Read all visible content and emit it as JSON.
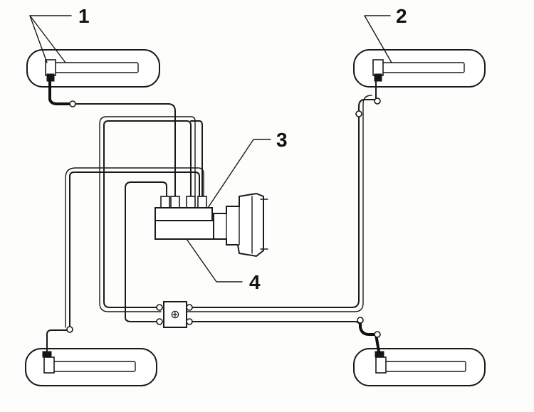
{
  "diagram": {
    "callouts": [
      {
        "id": "1",
        "label": "1"
      },
      {
        "id": "2",
        "label": "2"
      },
      {
        "id": "3",
        "label": "3"
      },
      {
        "id": "4",
        "label": "4"
      }
    ],
    "valve_symbol": "⊕"
  }
}
